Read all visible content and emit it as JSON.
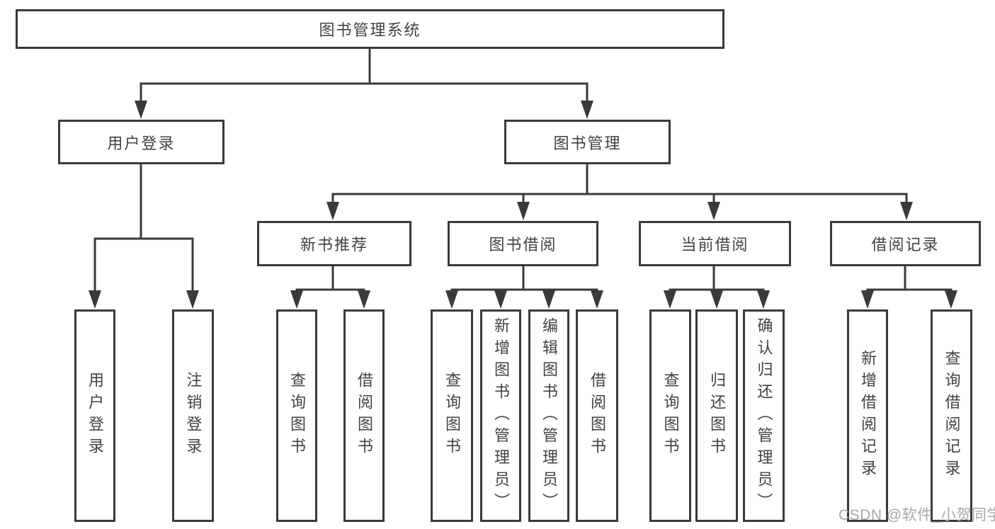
{
  "diagram": {
    "root": {
      "label": "图书管理系统"
    },
    "branches": [
      {
        "label": "用户登录",
        "children": [
          {
            "label": "用户登录"
          },
          {
            "label": "注销登录"
          }
        ]
      },
      {
        "label": "图书管理",
        "children": [
          {
            "label": "新书推荐",
            "children": [
              {
                "label": "查询图书"
              },
              {
                "label": "借阅图书"
              }
            ]
          },
          {
            "label": "图书借阅",
            "children": [
              {
                "label": "查询图书"
              },
              {
                "label": "新增图书（管理员）"
              },
              {
                "label": "编辑图书（管理员）"
              },
              {
                "label": "借阅图书"
              }
            ]
          },
          {
            "label": "当前借阅",
            "children": [
              {
                "label": "查询图书"
              },
              {
                "label": "归还图书"
              },
              {
                "label": "确认归还（管理员）"
              }
            ]
          },
          {
            "label": "借阅记录",
            "children": [
              {
                "label": "新增借阅记录"
              },
              {
                "label": "查询借阅记录"
              }
            ]
          }
        ]
      }
    ]
  },
  "watermark": {
    "text": "CSDN @软件_小贺同学"
  },
  "colors": {
    "line": "#3a3a3a",
    "text": "#424242",
    "watermark": "#a8a8a8",
    "background": "#ffffff"
  }
}
